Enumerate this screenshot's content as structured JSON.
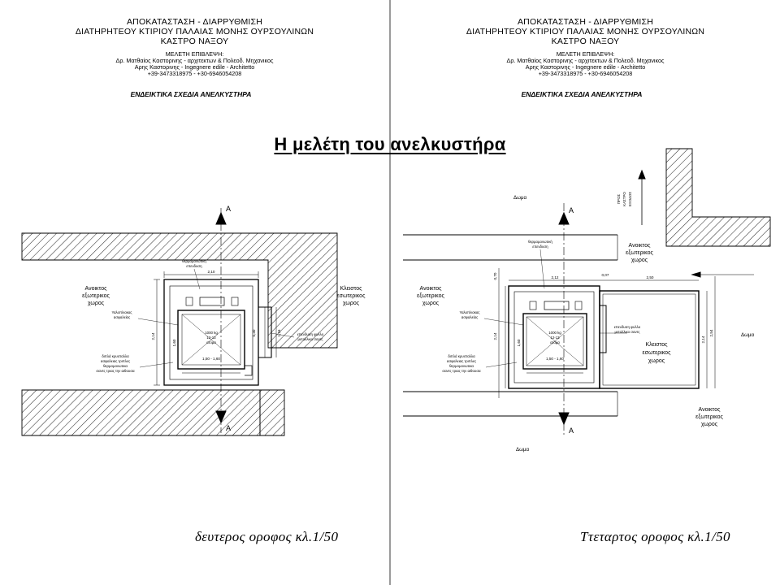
{
  "main_title": "Η μελέτη του ανελκυστήρα",
  "colors": {
    "ink": "#000000",
    "divider": "#9a9a9a",
    "hatch": "#333333",
    "background": "#ffffff"
  },
  "left_sheet": {
    "header": {
      "line1": "ΑΠΟΚΑΤΑΣΤΑΣΗ - ΔΙΑΡΡΥΘΜΙΣΗ",
      "line2": "ΔΙΑΤΗΡΗΤΕΟΥ ΚΤΙΡΙΟΥ ΠΑΛΑΙΑΣ ΜΟΝΗΣ ΟΥΡΣΟΥΛΙΝΩΝ",
      "line3": "ΚΑΣΤΡΟ ΝΑΞΟΥ",
      "supervision": "ΜΕΛΕΤΗ ΕΠΙΒΛΕΨΗ:",
      "author1": "Δρ. Ματθαίος Καστορινης - αρχιτεκτων & Πολεοδ. Μηχανικος",
      "author2": "Αρης Καστορινης - Ingegnere edile - Architetto",
      "phones": "+39-3473318975 - +30-6946054208",
      "heading": "ΕΝΔΕΙΚΤΙΚΑ ΣΧΕΔΙΑ ΑΝΕΛΚΥΣΤΗΡΑ"
    },
    "plan": {
      "section_mark": "A",
      "open_space": [
        "Ανοικτος",
        "εξωτερικος",
        "χωρος"
      ],
      "closed_space": [
        "Κλειστος",
        "εσωτερικος",
        "χωρος"
      ],
      "thermal_insulation": [
        "θερμομονωτική",
        "επενδυση"
      ],
      "safety_glass": [
        "Υαλοπίνακας",
        "ασφαλείας"
      ],
      "double_glass": [
        "διπλά κρυσταλλα",
        "ασφαλειας τριπλες",
        "θερμομονωτικα",
        "σαντς τριας την αιθουσα"
      ],
      "metal_cladding": [
        "επενδυση φυλλο",
        "μεταλλικο σαντς"
      ],
      "cabin": [
        "1000 kg",
        "12-13",
        "ατομα"
      ],
      "dims": {
        "top": "2,10",
        "inner": "1,50 - 1,60",
        "left_outer": "2,14",
        "left_inner": "1,60",
        "right_outer": "1,16",
        "small": "0,30"
      }
    },
    "caption": "δευτερος οροφος  κλ.1/50"
  },
  "right_sheet": {
    "header": {
      "line1": "ΑΠΟΚΑΤΑΣΤΑΣΗ - ΔΙΑΡΡΥΘΜΙΣΗ",
      "line2": "ΔΙΑΤΗΡΗΤΕΟΥ ΚΤΙΡΙΟΥ ΠΑΛΑΙΑΣ ΜΟΝΗΣ ΟΥΡΣΟΥΛΙΝΩΝ",
      "line3": "ΚΑΣΤΡΟ ΝΑΞΟΥ",
      "supervision": "ΜΕΛΕΤΗ ΕΠΙΒΛΕΨΗ:",
      "author1": "Δρ. Ματθαίος Καστορινης - αρχιτεκτων & Πολεοδ. Μηχανικος",
      "author2": "Αρης Καστορινης - Ingegnere edile - Architetto",
      "phones": "+39-3473318975 - +30-6946054208",
      "heading": "ΕΝΔΕΙΚΤΙΚΑ ΣΧΕΔΙΑ ΑΝΕΛΚΥΣΤΗΡΑ"
    },
    "plan": {
      "section_mark": "A",
      "roof": "Δωμα",
      "exit": [
        "ΠΡΟΣ",
        "ΚΑΣΤΡΟ",
        "ΕΞΟΔΟΣ"
      ],
      "open_space": [
        "Ανοικτος",
        "εξωτερικος",
        "χωρος"
      ],
      "closed_space": [
        "Κλειστος",
        "εσωτερικος",
        "χωρος"
      ],
      "thermal_insulation": [
        "θερμομονωτική",
        "επενδυση"
      ],
      "safety_glass": [
        "Υαλοπίνακας",
        "ασφαλείας"
      ],
      "double_glass": [
        "διπλά κρυσταλλα",
        "ασφαλειας τριπλες",
        "θερμομονωτικα",
        "σαντς τριας την αιθουσα"
      ],
      "metal_cladding": [
        "επενδυση φυλλο",
        "μεταλλικο σαντς"
      ],
      "cabin": [
        "1000 kg",
        "12-13",
        "ατομα"
      ],
      "dims": {
        "top_left": "2,12",
        "top_right": "2,50",
        "side_a": "2,14",
        "side_b": "1,60",
        "inner": "1,50 - 1,60",
        "side_r1": "2,14",
        "side_r2": "2,54",
        "small_a": "0,70",
        "small_b": "0,07"
      }
    },
    "caption": "Ττεταρτος οροφος  κλ.1/50"
  }
}
